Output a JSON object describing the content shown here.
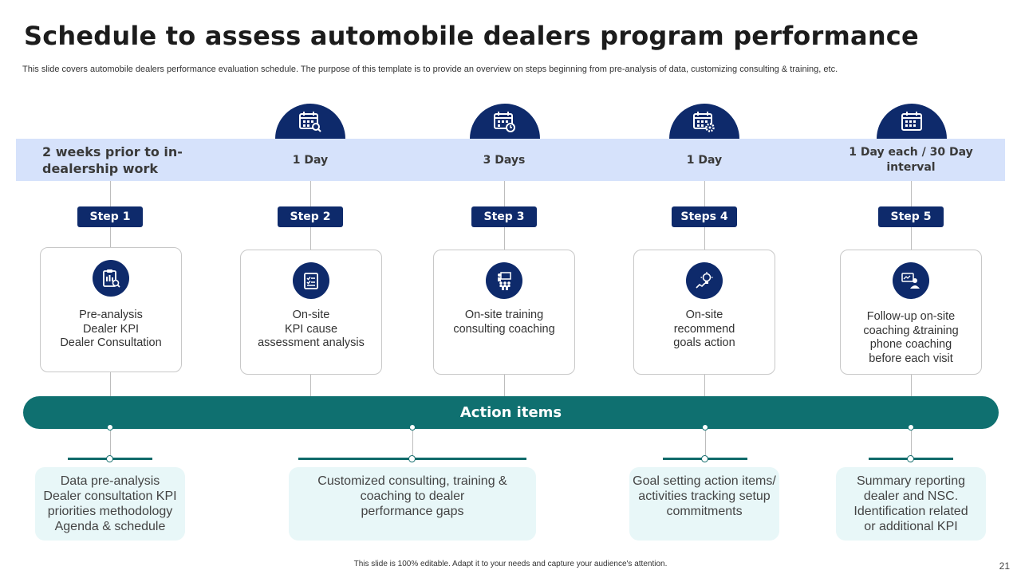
{
  "title": "Schedule to assess automobile dealers program performance",
  "subtitle": "This slide covers automobile dealers performance evaluation schedule. The purpose of this template is to provide an overview on steps beginning from pre-analysis of data, customizing consulting & training, etc.",
  "band": {
    "lead": "2 weeks prior to in-dealership work",
    "durations": [
      "1 Day",
      "3 Days",
      "1 Day",
      "1 Day each / 30 Day interval"
    ]
  },
  "dome_icons": [
    "calendar-search-icon",
    "calendar-clock-icon",
    "calendar-gear-icon",
    "calendar-grid-icon"
  ],
  "steps": [
    {
      "label": "Step 1",
      "icon": "clipboard-chart-search-icon",
      "text": "Pre-analysis\nDealer KPI\nDealer Consultation"
    },
    {
      "label": "Step 2",
      "icon": "document-checklist-icon",
      "text": "On-site\nKPI cause\nassessment analysis"
    },
    {
      "label": "Step 3",
      "icon": "presentation-audience-icon",
      "text": "On-site training\nconsulting coaching"
    },
    {
      "label": "Steps 4",
      "icon": "lightbulb-growth-icon",
      "text": "On-site\nrecommend\ngoals action"
    },
    {
      "label": "Step 5",
      "icon": "video-call-coaching-icon",
      "text": "Follow-up on-site\ncoaching &training\nphone coaching\nbefore each visit"
    }
  ],
  "action_title": "Action items",
  "actions": [
    "Data pre-analysis\nDealer consultation  KPI\npriorities methodology\nAgenda & schedule",
    "Customized consulting, training &\ncoaching to dealer\nperformance gaps",
    "Goal setting action items/\nactivities tracking setup\ncommitments",
    "Summary reporting\ndealer and NSC.\nIdentification related\nor additional KPI"
  ],
  "footer": "This slide is 100% editable.  Adapt it to your needs and capture your audience's attention.",
  "page_number": "21",
  "colors": {
    "navy": "#0e2a6b",
    "teal": "#0f7070",
    "band": "#d6e2fb",
    "action_box": "#e8f7f8"
  }
}
